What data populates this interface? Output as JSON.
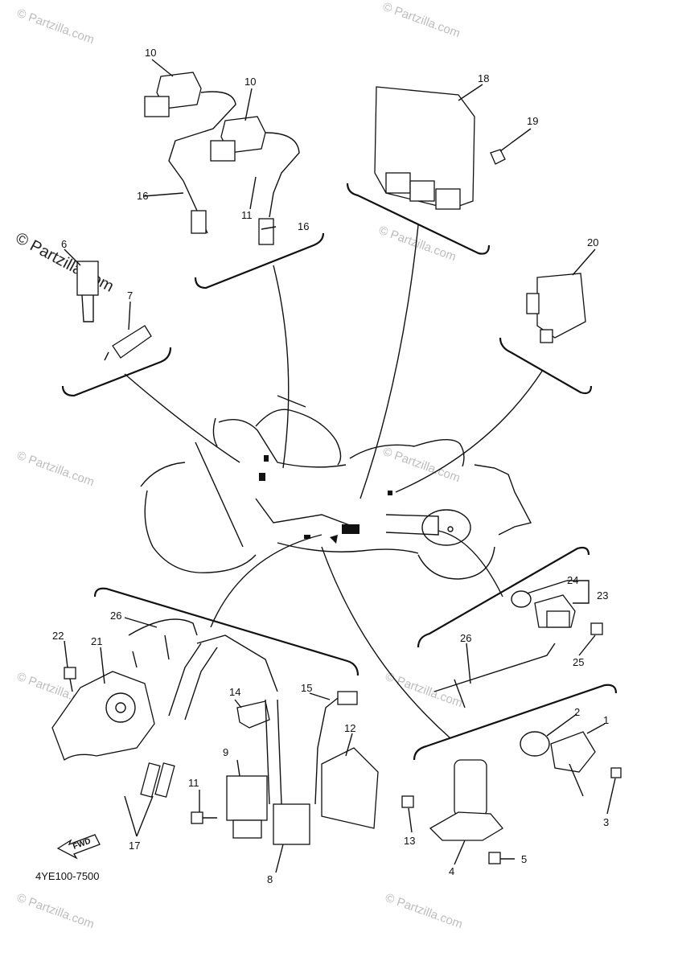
{
  "diagram": {
    "code": "4YE100-7500",
    "fwd_label": "FWD",
    "watermark": "© Partzilla.com",
    "labels": {
      "p1": "1",
      "p2": "2",
      "p3": "3",
      "p4": "4",
      "p5": "5",
      "p6": "6",
      "p7": "7",
      "p8": "8",
      "p9": "9",
      "p10a": "10",
      "p10b": "10",
      "p11a": "11",
      "p11b": "11",
      "p12": "12",
      "p13": "13",
      "p14": "14",
      "p15": "15",
      "p16a": "16",
      "p16b": "16",
      "p17": "17",
      "p18": "18",
      "p19": "19",
      "p20": "20",
      "p21": "21",
      "p22": "22",
      "p23": "23",
      "p24": "24",
      "p25": "25",
      "p26a": "26",
      "p26b": "26"
    }
  }
}
